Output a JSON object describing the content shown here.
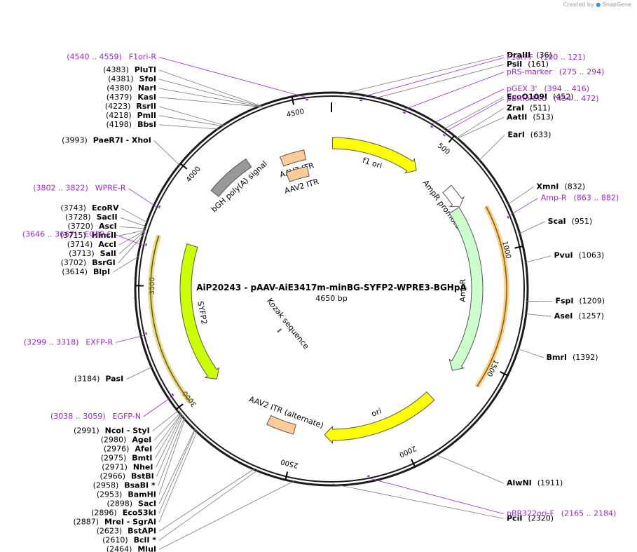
{
  "credit": {
    "created_by": "Created by",
    "brand": "SnapGene"
  },
  "map": {
    "title": "AiP20243 - pAAV-AiE3417m-minBG-SYFP2-WPRE3-BGHpA",
    "length_label": "4650 bp",
    "total_bp": 4650,
    "ticks": [
      {
        "bp": 500,
        "label": "500"
      },
      {
        "bp": 1000,
        "label": "1000"
      },
      {
        "bp": 1500,
        "label": "1500"
      },
      {
        "bp": 2000,
        "label": "2000"
      },
      {
        "bp": 2500,
        "label": "2500"
      },
      {
        "bp": 3000,
        "label": "3000"
      },
      {
        "bp": 3500,
        "label": "3500"
      },
      {
        "bp": 4000,
        "label": "4000"
      },
      {
        "bp": 4500,
        "label": "4500"
      }
    ],
    "features": [
      {
        "name": "f1 ori",
        "start": 5,
        "end": 460,
        "strand": 1,
        "color": "#ffff00",
        "label": "f1 ori"
      },
      {
        "name": "AmpR promoter",
        "start": 635,
        "end": 740,
        "strand": 1,
        "color": "#ffffff",
        "label": "AmpR promoter"
      },
      {
        "name": "AmpR",
        "start": 741,
        "end": 1601,
        "strand": 1,
        "color": "#ccffcc",
        "label": "AmpR"
      },
      {
        "name": "ori",
        "start": 1772,
        "end": 2360,
        "strand": 1,
        "color": "#ffff00",
        "label": "ori"
      },
      {
        "name": "AAV2 ITR (alternate)",
        "start": 2515,
        "end": 2655,
        "strand": 0,
        "color": "#ffcc99",
        "label": "AAV2 ITR (alternate)"
      },
      {
        "name": "Kozak sequence",
        "start": 2985,
        "end": 2994,
        "strand": 0,
        "color": "#999999",
        "label": "Kozak sequence"
      },
      {
        "name": "SYFP2",
        "start": 2995,
        "end": 3711,
        "strand": -1,
        "color": "#ccff00",
        "label": "SYFP2"
      },
      {
        "name": "bGH poly(A) signal",
        "start": 3995,
        "end": 4219,
        "strand": 0,
        "color": "#999999",
        "label": "bGH poly(A) signal"
      },
      {
        "name": "AAV2 ITR",
        "start": 4375,
        "end": 4505,
        "strand": 0,
        "color": "#ffcc99",
        "label": "AAV2 ITR"
      },
      {
        "name": "AAV2 ITR",
        "start": 4375,
        "end": 4505,
        "strand": 0,
        "color": "#ffcc99",
        "label": "AAV2 ITR"
      }
    ],
    "orfs": [
      {
        "start": 800,
        "end": 1600,
        "strand": 1
      },
      {
        "start": 2990,
        "end": 3710,
        "strand": -1
      }
    ],
    "primers": [
      {
        "name": "F1ori-R",
        "range": "(4540 .. 4559)",
        "bp": 4550
      },
      {
        "name": "F1ori-F",
        "range": "(100 .. 121)",
        "bp": 110
      },
      {
        "name": "pRS-marker",
        "range": "(275 .. 294)",
        "bp": 285
      },
      {
        "name": "pGEX 3'",
        "range": "(394 .. 416)",
        "bp": 405
      },
      {
        "name": "pBRforEco",
        "range": "(454 .. 472)",
        "bp": 463
      },
      {
        "name": "Amp-R",
        "range": "(863 .. 882)",
        "bp": 872
      },
      {
        "name": "pBR322ori-F",
        "range": "(2165 .. 2184)",
        "bp": 2175
      },
      {
        "name": "EGFP-N",
        "range": "(3038 .. 3059)",
        "bp": 3048
      },
      {
        "name": "EXFP-R",
        "range": "(3299 .. 3318)",
        "bp": 3308
      },
      {
        "name": "EGFP-C",
        "range": "(3646 .. 3667)",
        "bp": 3656
      },
      {
        "name": "WPRE-R",
        "range": "(3802 .. 3822)",
        "bp": 3812
      }
    ],
    "sites": [
      {
        "name": "DraIII",
        "pos": "(36)",
        "bp": 36
      },
      {
        "name": "PsiI",
        "pos": "(161)",
        "bp": 161
      },
      {
        "name": "EcoO109I",
        "pos": "(452)",
        "bp": 452
      },
      {
        "name": "ZraI",
        "pos": "(511)",
        "bp": 511
      },
      {
        "name": "AatII",
        "pos": "(513)",
        "bp": 513
      },
      {
        "name": "EarI",
        "pos": "(633)",
        "bp": 633
      },
      {
        "name": "XmnI",
        "pos": "(832)",
        "bp": 832
      },
      {
        "name": "ScaI",
        "pos": "(951)",
        "bp": 951
      },
      {
        "name": "PvuI",
        "pos": "(1063)",
        "bp": 1063
      },
      {
        "name": "FspI",
        "pos": "(1209)",
        "bp": 1209
      },
      {
        "name": "AseI",
        "pos": "(1257)",
        "bp": 1257
      },
      {
        "name": "BmrI",
        "pos": "(1392)",
        "bp": 1392
      },
      {
        "name": "AlwNI",
        "pos": "(1911)",
        "bp": 1911
      },
      {
        "name": "PciI",
        "pos": "(2320)",
        "bp": 2320
      },
      {
        "name": "MluI",
        "pos": "(2464)",
        "bp": 2464
      },
      {
        "name": "BclI *",
        "pos": "(2610)",
        "bp": 2610
      },
      {
        "name": "BstAPI",
        "pos": "(2623)",
        "bp": 2623
      },
      {
        "name": "MreI  - SgrAI",
        "pos": "(2887)",
        "bp": 2887
      },
      {
        "name": "Eco53kI",
        "pos": "(2896)",
        "bp": 2896
      },
      {
        "name": "SacI",
        "pos": "(2898)",
        "bp": 2898
      },
      {
        "name": "BamHI",
        "pos": "(2953)",
        "bp": 2953
      },
      {
        "name": "BsaBI *",
        "pos": "(2958)",
        "bp": 2958
      },
      {
        "name": "BstBI",
        "pos": "(2966)",
        "bp": 2966
      },
      {
        "name": "NheI",
        "pos": "(2971)",
        "bp": 2971
      },
      {
        "name": "BmtI",
        "pos": "(2975)",
        "bp": 2975
      },
      {
        "name": "AfeI",
        "pos": "(2976)",
        "bp": 2976
      },
      {
        "name": "AgeI",
        "pos": "(2980)",
        "bp": 2980
      },
      {
        "name": "NcoI  - StyI",
        "pos": "(2991)",
        "bp": 2991
      },
      {
        "name": "PasI",
        "pos": "(3184)",
        "bp": 3184
      },
      {
        "name": "BlpI",
        "pos": "(3614)",
        "bp": 3614
      },
      {
        "name": "BsrGI",
        "pos": "(3702)",
        "bp": 3702
      },
      {
        "name": "SalI",
        "pos": "(3713)",
        "bp": 3713
      },
      {
        "name": "AccI",
        "pos": "(3714)",
        "bp": 3714
      },
      {
        "name": "HincII",
        "pos": "(3715)",
        "bp": 3715
      },
      {
        "name": "AscI",
        "pos": "(3720)",
        "bp": 3720
      },
      {
        "name": "SacII",
        "pos": "(3728)",
        "bp": 3728
      },
      {
        "name": "EcoRV",
        "pos": "(3743)",
        "bp": 3743
      },
      {
        "name": "PaeR7I  - XhoI",
        "pos": "(3993)",
        "bp": 3993
      },
      {
        "name": "BbsI",
        "pos": "(4198)",
        "bp": 4198
      },
      {
        "name": "PmlI",
        "pos": "(4218)",
        "bp": 4218
      },
      {
        "name": "RsrII",
        "pos": "(4223)",
        "bp": 4223
      },
      {
        "name": "KasI",
        "pos": "(4379)",
        "bp": 4379
      },
      {
        "name": "NarI",
        "pos": "(4380)",
        "bp": 4380
      },
      {
        "name": "SfoI",
        "pos": "(4381)",
        "bp": 4381
      },
      {
        "name": "PluTI",
        "pos": "(4383)",
        "bp": 4383
      }
    ],
    "colors": {
      "primer": "#9b27c9",
      "orf_orange": "#f5a623",
      "orf_line_fwd": "#8a5a00",
      "orf_line_rev": "#2a7a00",
      "backbone": "#1a1a1a"
    }
  }
}
